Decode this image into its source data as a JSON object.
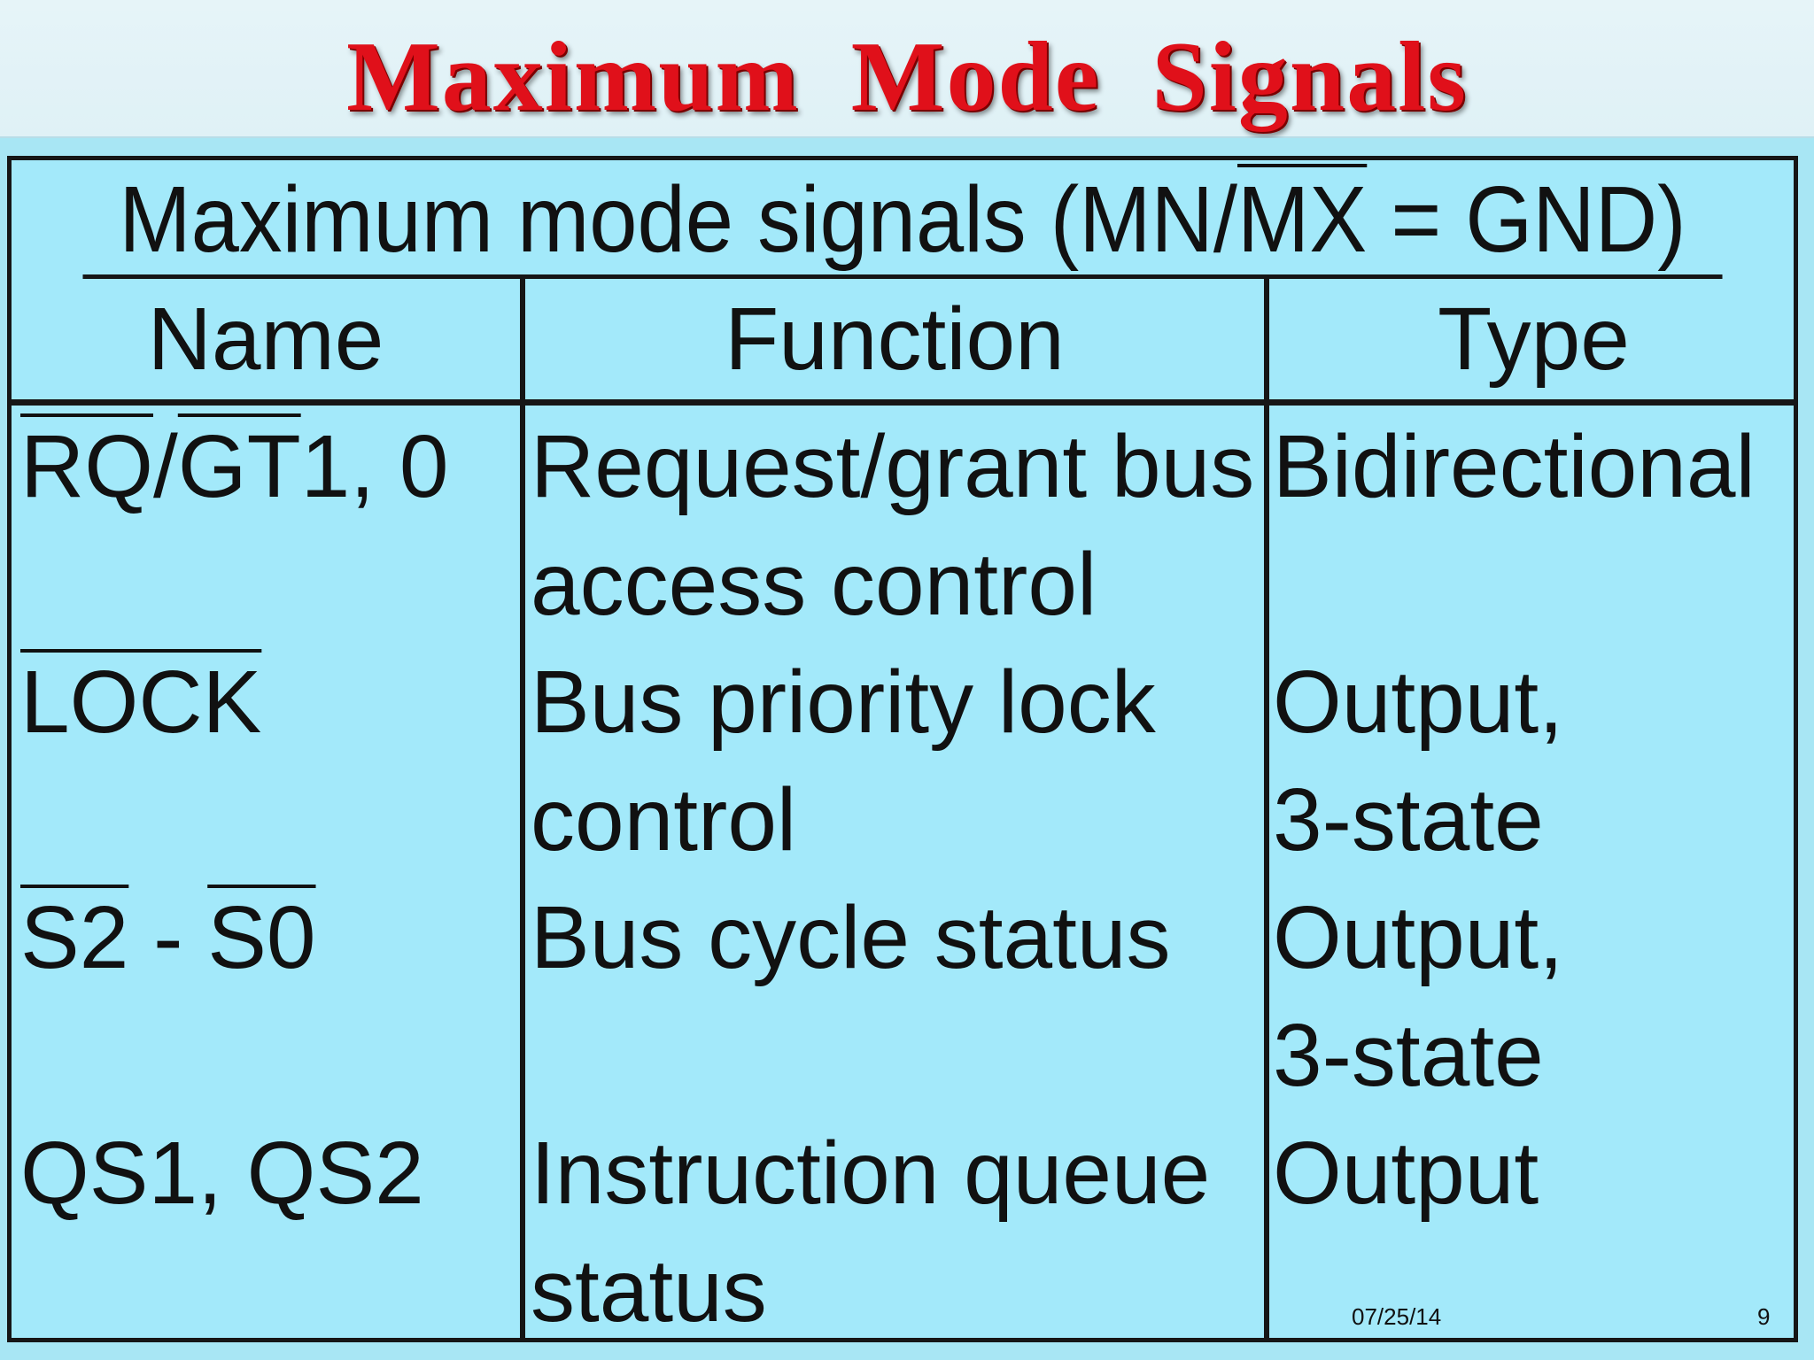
{
  "slide": {
    "title": "Maximum  Mode Signals",
    "footer_date": "07/25/14",
    "page_number": "9"
  },
  "table": {
    "caption_prefix": "Maximum mode signals (MN/",
    "caption_overlined": "MX",
    "caption_suffix": "  = GND)",
    "headers": [
      "Name",
      "Function",
      "Type"
    ],
    "rows": [
      {
        "name": [
          {
            "text": "RQ",
            "overline": true
          },
          {
            "text": "/",
            "overline": false
          },
          {
            "text": "GT",
            "overline": true
          },
          {
            "text": "1, 0",
            "overline": false
          }
        ],
        "function": [
          "Request/grant bus",
          "access control"
        ],
        "type": [
          "Bidirectional"
        ]
      },
      {
        "name": [
          {
            "text": "LOCK",
            "overline": true
          }
        ],
        "function": [
          "Bus priority lock",
          "control"
        ],
        "type": [
          "Output,",
          "3-state"
        ]
      },
      {
        "name": [
          {
            "text": "S2",
            "overline": true
          },
          {
            "text": " - ",
            "overline": false
          },
          {
            "text": "S0",
            "overline": true
          }
        ],
        "function": [
          "Bus cycle status"
        ],
        "type": [
          "Output,",
          "3-state"
        ]
      },
      {
        "name": [
          {
            "text": "QS1, QS2",
            "overline": false
          }
        ],
        "function": [
          "Instruction queue",
          "status"
        ],
        "type": [
          "Output"
        ]
      }
    ]
  }
}
